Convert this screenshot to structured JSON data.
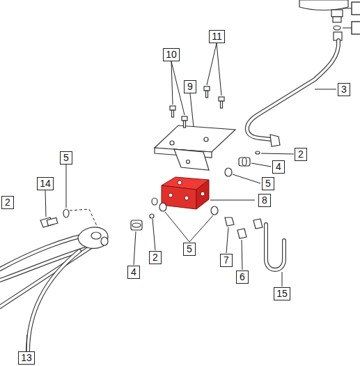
{
  "diagram": {
    "labels": [
      "11",
      "10",
      "9",
      "3",
      "5",
      "2",
      "4",
      "14",
      "5",
      "2",
      "8",
      "5",
      "2",
      "7",
      "4",
      "6",
      "15",
      "13"
    ]
  }
}
